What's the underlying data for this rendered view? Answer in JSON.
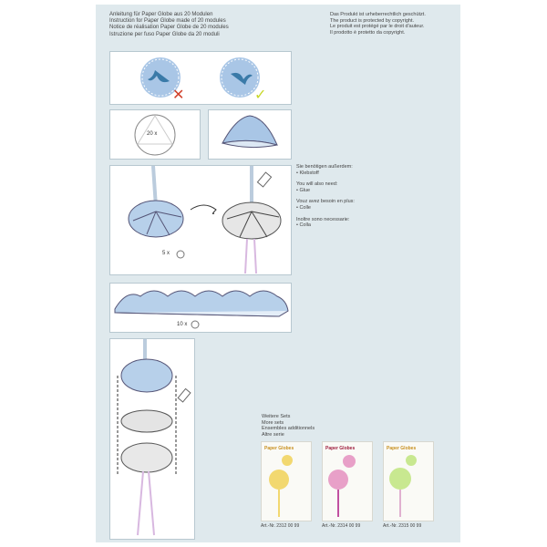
{
  "header": {
    "lines": [
      "Anleitung für Paper Globe aus 20 Modulen",
      "Instruction for Paper Globe made of 20 modules",
      "Notice de réalisation Paper Globe de 20 modules",
      "Istruzione per fuso Paper Globe da 20 moduli"
    ]
  },
  "copyright": {
    "lines": [
      "Das Produkt ist urheberrechtlich geschützt.",
      "The product is protected by copyright.",
      "Le produit est protégé par le droit d'auteur.",
      "Il prodotto è protetto da copyright."
    ]
  },
  "materials": [
    {
      "heading": "Sie benötigen außerdem:",
      "item": "• Klebstoff"
    },
    {
      "heading": "You will also need:",
      "item": "• Glue"
    },
    {
      "heading": "Vouz avez besoin en plus:",
      "item": "• Colle"
    },
    {
      "heading": "Inoltre sono necessarie:",
      "item": "• Colla"
    }
  ],
  "steps": {
    "count_20": "20 x",
    "count_5": "5 x",
    "count_10": "10 x"
  },
  "more_sets": {
    "lines": [
      "Weitere Sets",
      "More sets",
      "Ensembles additionnels",
      "Altre serie"
    ],
    "products": [
      {
        "title": "Paper Globes",
        "article": "Art.-Nr. 2312 00 99",
        "color": "#f2d870",
        "title_color": "#c89020"
      },
      {
        "title": "Paper Globes",
        "article": "Art.-Nr. 2314 00 99",
        "color": "#e8a0c8",
        "title_color": "#a02040"
      },
      {
        "title": "Paper Globes",
        "article": "Art.-Nr. 2315 00 99",
        "color": "#c8e890",
        "title_color": "#c89020"
      }
    ]
  },
  "colors": {
    "panel": "#dfe9ed",
    "blue": "#a9c6e6",
    "wrong": "#d0402a",
    "right": "#c8d82a"
  }
}
